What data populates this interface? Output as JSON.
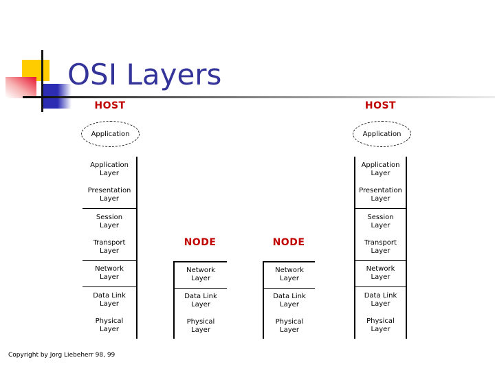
{
  "slide": {
    "title": "OSI Layers",
    "copyright": "Copyright by Jorg Liebeherr 98, 99"
  },
  "colors": {
    "title_blue": "#333399",
    "label_red": "#c00000",
    "logo_yellow": "#ffcc00",
    "logo_blue": "#2d2db4",
    "logo_red": "#e8112d",
    "rule_gray": "#8a8a8a",
    "line_black": "#000000"
  },
  "icons": {
    "logo": "powerpoint-blends-crosshair-squares"
  },
  "diagram": {
    "columns": [
      {
        "id": "host-left",
        "kind": "host",
        "label": "HOST",
        "oval_text": "Application"
      },
      {
        "id": "node-left",
        "kind": "node",
        "label": "NODE"
      },
      {
        "id": "node-right",
        "kind": "node",
        "label": "NODE"
      },
      {
        "id": "host-right",
        "kind": "host",
        "label": "HOST",
        "oval_text": "Application"
      }
    ],
    "host_layers": [
      {
        "line1": "Application",
        "line2": "Layer",
        "divider_above": false
      },
      {
        "line1": "Presentation",
        "line2": "Layer",
        "divider_above": false
      },
      {
        "line1": "Session",
        "line2": "Layer",
        "divider_above": true
      },
      {
        "line1": "Transport",
        "line2": "Layer",
        "divider_above": false
      },
      {
        "line1": "Network",
        "line2": "Layer",
        "divider_above": true
      },
      {
        "line1": "Data Link",
        "line2": "Layer",
        "divider_above": true
      },
      {
        "line1": "Physical",
        "line2": "Layer",
        "divider_above": false
      }
    ],
    "node_layers": [
      {
        "line1": "Network",
        "line2": "Layer",
        "divider_above": false
      },
      {
        "line1": "Data Link",
        "line2": "Layer",
        "divider_above": true
      },
      {
        "line1": "Physical",
        "line2": "Layer",
        "divider_above": false
      }
    ]
  }
}
